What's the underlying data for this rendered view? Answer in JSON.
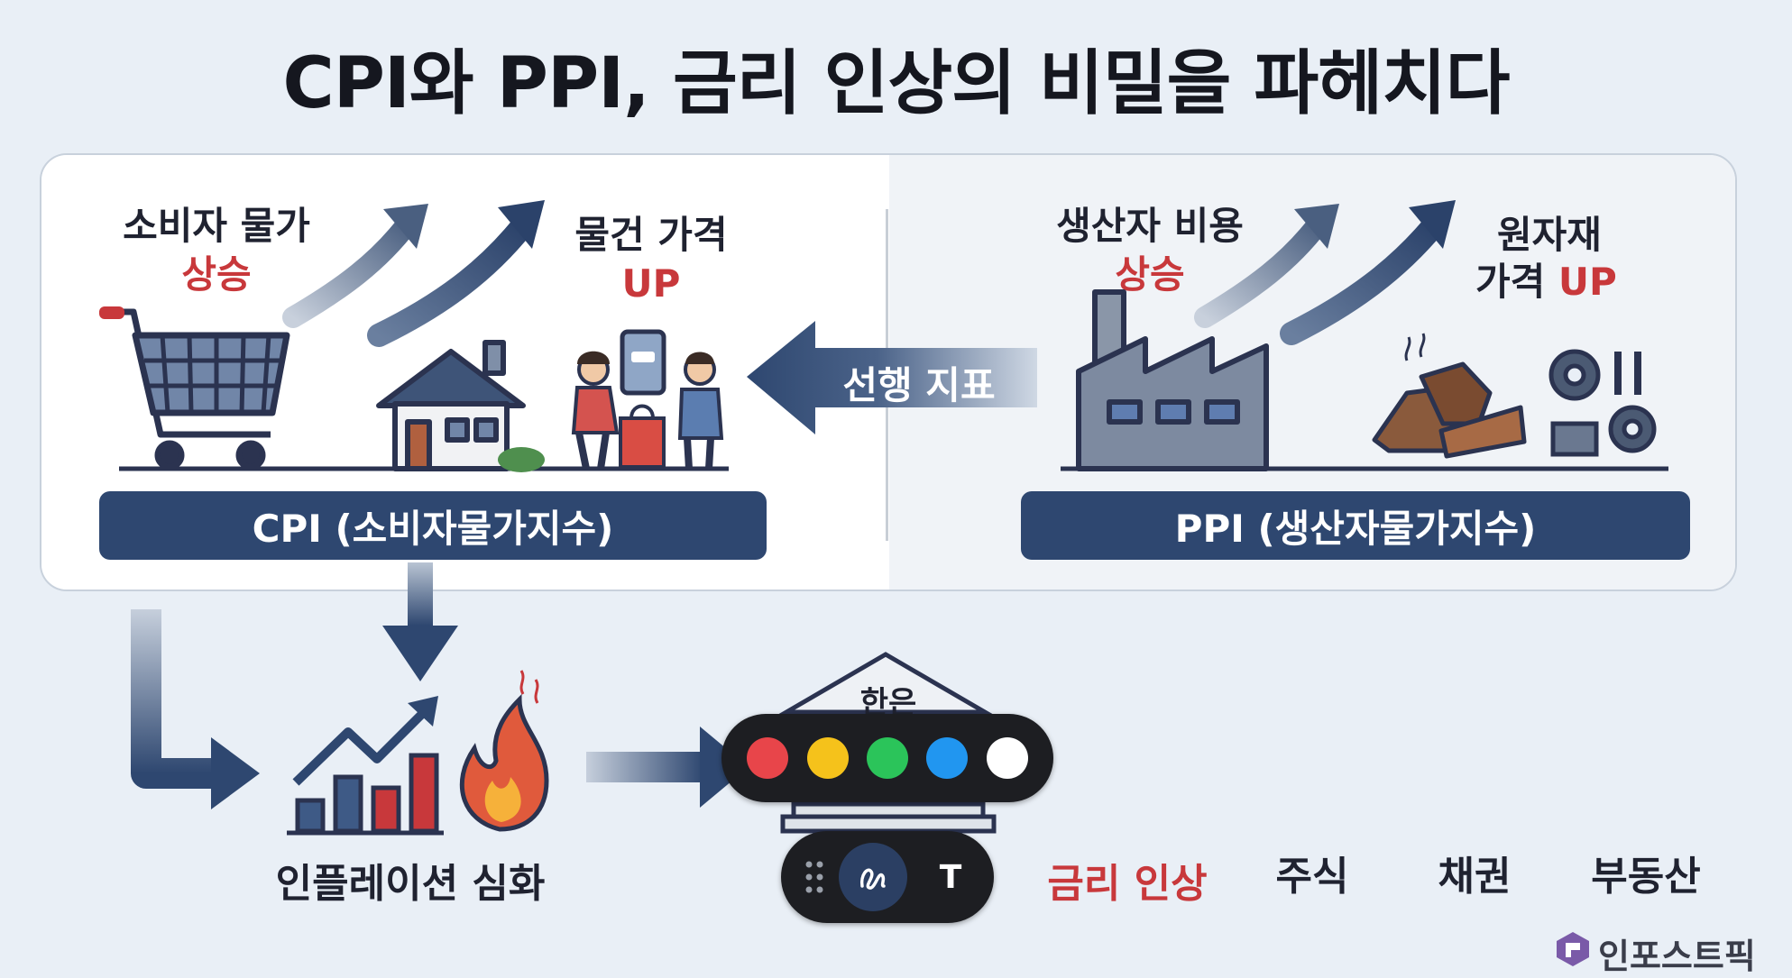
{
  "title": "CPI와 PPI, 금리 인상의 비밀을 파헤치다",
  "cpi": {
    "consumer_price": "소비자 물가",
    "consumer_rise": "상승",
    "goods_price": "물건 가격",
    "goods_up": "UP",
    "banner": "CPI (소비자물가지수)"
  },
  "ppi": {
    "producer_cost": "생산자 비용",
    "producer_rise": "상승",
    "raw_materials": "원자재",
    "raw_price": "가격",
    "raw_up": "UP",
    "banner": "PPI (생산자물가지수)"
  },
  "leading_indicator": "선행 지표",
  "flow": {
    "inflation": "인플레이션 심화",
    "bank": "한은",
    "rate_hike": "금리 인상",
    "stocks": "주식",
    "bonds": "채권",
    "real_estate": "부동산"
  },
  "toolbar": {
    "colors": [
      "#e8454a",
      "#f5c21b",
      "#2bc45a",
      "#2196f0",
      "#ffffff"
    ],
    "text_tool_label": "T",
    "draw_tool": "draw-icon"
  },
  "brand": "인포스트픽"
}
